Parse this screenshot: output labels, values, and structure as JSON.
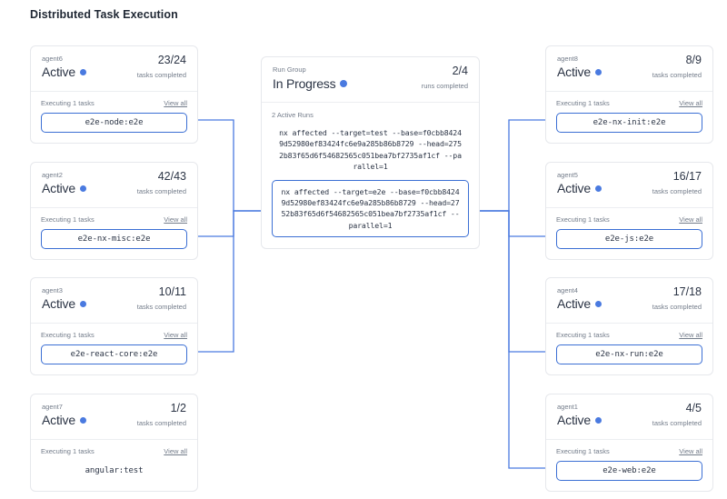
{
  "page": {
    "title": "Distributed Task Execution",
    "accent_color": "#3b6fd4",
    "status_dot_color": "#4a7ae0",
    "card_border_color": "#e6e8ec",
    "muted_text_color": "#737c8a",
    "text_color": "#2b3445",
    "background_color": "#ffffff"
  },
  "labels": {
    "executing": "Executing 1 tasks",
    "view_all": "View all",
    "tasks_completed": "tasks completed",
    "runs_completed": "runs completed"
  },
  "run_group": {
    "kicker": "Run Group",
    "status": "In Progress",
    "count": "2/4",
    "count_label": "runs completed",
    "active_runs_label": "2 Active Runs",
    "runs": [
      {
        "command": "nx affected --target=test --base=f0cbb84249d52980ef83424fc6e9a285b86b8729 --head=2752b83f65d6f54682565c051bea7bf2735af1cf --parallel=1",
        "highlighted": false
      },
      {
        "command": "nx affected --target=e2e --base=f0cbb84249d52980ef83424fc6e9a285b86b8729 --head=2752b83f65d6f54682565c051bea7bf2735af1cf --parallel=1",
        "highlighted": true
      }
    ]
  },
  "left_agents": [
    {
      "name": "agent6",
      "status": "Active",
      "count": "23/24",
      "count_label": "tasks completed",
      "executing": "Executing 1 tasks",
      "view_all": "View all",
      "task": "e2e-node:e2e",
      "linked": true
    },
    {
      "name": "agent2",
      "status": "Active",
      "count": "42/43",
      "count_label": "tasks completed",
      "executing": "Executing 1 tasks",
      "view_all": "View all",
      "task": "e2e-nx-misc:e2e",
      "linked": true
    },
    {
      "name": "agent3",
      "status": "Active",
      "count": "10/11",
      "count_label": "tasks completed",
      "executing": "Executing 1 tasks",
      "view_all": "View all",
      "task": "e2e-react-core:e2e",
      "linked": true
    },
    {
      "name": "agent7",
      "status": "Active",
      "count": "1/2",
      "count_label": "tasks completed",
      "executing": "Executing 1 tasks",
      "view_all": "View all",
      "task": "angular:test",
      "linked": false
    }
  ],
  "right_agents": [
    {
      "name": "agent8",
      "status": "Active",
      "count": "8/9",
      "count_label": "tasks completed",
      "executing": "Executing 1 tasks",
      "view_all": "View all",
      "task": "e2e-nx-init:e2e",
      "linked": true
    },
    {
      "name": "agent5",
      "status": "Active",
      "count": "16/17",
      "count_label": "tasks completed",
      "executing": "Executing 1 tasks",
      "view_all": "View all",
      "task": "e2e-js:e2e",
      "linked": true
    },
    {
      "name": "agent4",
      "status": "Active",
      "count": "17/18",
      "count_label": "tasks completed",
      "executing": "Executing 1 tasks",
      "view_all": "View all",
      "task": "e2e-nx-run:e2e",
      "linked": true
    },
    {
      "name": "agent1",
      "status": "Active",
      "count": "4/5",
      "count_label": "tasks completed",
      "executing": "Executing 1 tasks",
      "view_all": "View all",
      "task": "e2e-web:e2e",
      "linked": true
    }
  ]
}
